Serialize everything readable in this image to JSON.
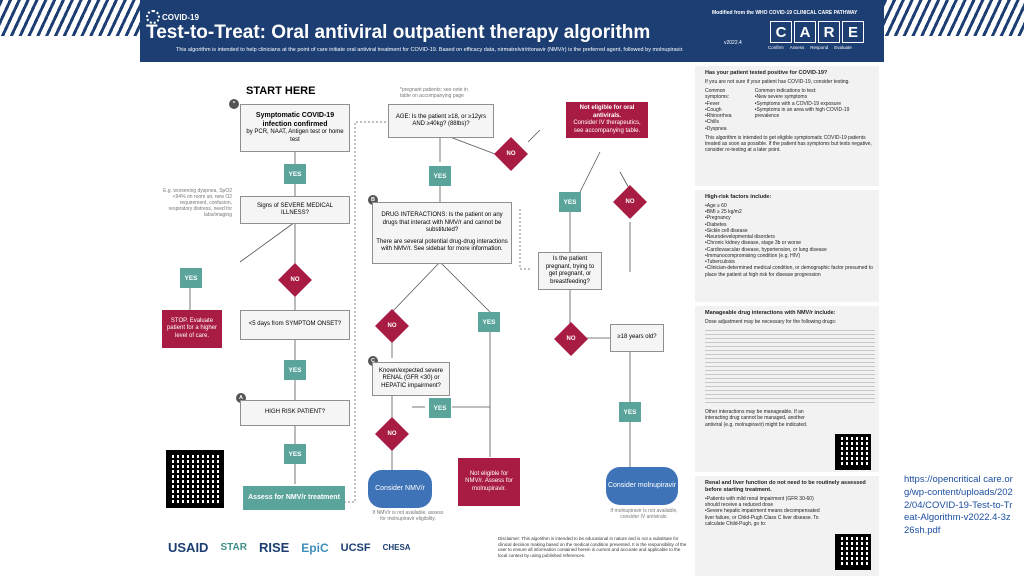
{
  "header": {
    "covid_label": "COVID-19",
    "title": "Test-to-Treat: Oral antiviral outpatient therapy algorithm",
    "version": "v2022.4",
    "subtitle": "This algorithm is intended to help clinicians at the point of care initiate oral antiviral treatment for COVID-19. Based on efficacy data, nirmatrelvir/ritonavir (NMV/r) is the preferred agent, followed by molnupiravir.",
    "modified_from": "Modified from the WHO COVID-19 CLINICAL CARE PATHWAY",
    "care_letters": [
      "C",
      "A",
      "R",
      "E"
    ],
    "care_sub": [
      "Confirm",
      "Assess",
      "Respond",
      "Evaluate"
    ]
  },
  "flow": {
    "start": "START HERE",
    "symptomatic": {
      "title": "Symptomatic COVID-19 infection confirmed",
      "text": "by PCR, NAAT, Antigen test or home test"
    },
    "pregnant_note": "*pregnant patients: see note in table on accompanying page",
    "age": "AGE: Is the patient ≥18, or ≥12yrs AND ≥40kg? (88lbs)?",
    "not_eligible": {
      "title": "Not eligible for oral antivirals.",
      "text": "Consider IV therapeutics, see accompanying table."
    },
    "severe_note": "E.g. worsening dyspnea, SpO2 <94% on room air, new O2 requirement, confusion, respiratory distress, need for labs/imaging",
    "severe": "Signs of SEVERE MEDICAL ILLNESS?",
    "drug_interactions": "DRUG INTERACTIONS: Is the patient on any drugs that interact with NMV/r and cannot be substituted?",
    "drug_interactions_2": "There are several potential drug-drug interactions with NMV/r. See sidebar for more information.",
    "stop": "STOP. Evaluate patient for a higher level of care.",
    "onset": "<5 days from SYMPTOM ONSET?",
    "pregnant_q": "Is the patient pregnant, trying to get pregnant, or breastfeeding?",
    "age18": "≥18 years old?",
    "renal": "Known/expected severe RENAL (GFR <30) or HEPATIC impairment?",
    "high_risk": "HIGH RISK PATIENT?",
    "assess": "Assess for NMV/r treatment",
    "consider_nmv": "Consider NMV/r",
    "nmv_note": "If NMV/r is not available, assess for molnupiravir eligibility.",
    "not_eligible_nmv": "Not eligible for NMV/r. Assess for molnupiravir.",
    "consider_mol": "Consider molnupiravir",
    "mol_note": "If molnupiravir is not available, consider IV antivirals.",
    "yes": "YES",
    "no": "NO",
    "badges": [
      "*",
      "A",
      "B",
      "C"
    ]
  },
  "sidebar": {
    "tested": {
      "q": "Has your patient tested positive for COVID-19?",
      "text": "If you are not sure if your patient has COVID-19, consider testing.",
      "symptoms_h": "Common symptoms:",
      "symptoms": [
        "Fever",
        "Cough",
        "Rhinorrhea",
        "Chills",
        "Dyspnea"
      ],
      "indications_h": "Common indications to test:",
      "indications": [
        "New severe symptoms",
        "Symptoms with a COVID-19 exposure",
        "Symptoms in an area with high COVID-19 prevalence"
      ],
      "foot": "This algorithm is intended to get eligible symptomatic COVID-19 patients treated as soon as possible. If the patient has symptoms but tests negative, consider re-testing at a later point."
    },
    "risk": {
      "h": "High-risk factors include:",
      "items": [
        "Age ≥ 60",
        "BMI ≥ 25 kg/m2",
        "Pregnancy",
        "Diabetes",
        "Sickle cell disease",
        "Neurodevelopmental disorders",
        "Chronic kidney disease, stage 3b or worse",
        "Cardiovascular disease, hypertension, or lung disease",
        "Immunocompromising condition (e.g. HIV)",
        "Tuberculosis",
        "Clinician-determined medical condition, or demographic factor presumed to place the patient at high risk for disease progression"
      ]
    },
    "interactions": {
      "h": "Manageable drug interactions with NMV/r include:",
      "sub": "Dose adjustment may be necessary for the following drugs:",
      "foot": "Other interactions may be manageable. If an interacting drug cannot be managed, another antiviral (e.g. molnupiravir) might be indicated."
    },
    "renal": {
      "h": "Renal and liver function do not need to be routinely assessed before starting treatment.",
      "items": [
        "Patients with mild renal impairment (GFR 30-60) should receive a reduced dose",
        "Severe hepatic impairment means decompensated liver failure, or Child-Pugh Class C liver disease. To calculate Child-Pugh, go to:"
      ]
    }
  },
  "footer": {
    "logos": [
      "USAID",
      "STAR",
      "RISE",
      "EpiC",
      "UCSF",
      "CHESA"
    ],
    "disclaimer": "Disclaimer: This algorithm is intended to be educational in nature and is not a substitute for clinical decision making based on the medical condition presented. It is the responsibility of the user to ensure all information contained herein is current and accurate and applicable to the local context by using published references."
  },
  "link": "https://opencritical care.org/wp-content/uploads/2022/04/COVID-19-Test-to-Treat-Algorithm-v2022.4-3z26sh.pdf"
}
